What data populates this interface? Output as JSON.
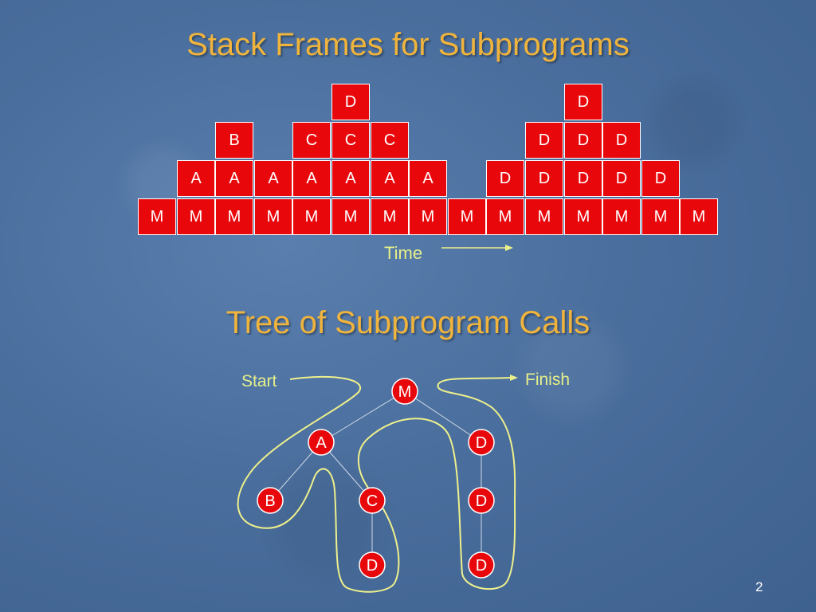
{
  "slide": {
    "title": "Stack Frames for Subprograms",
    "subtitle": "Tree of Subprogram Calls",
    "page_number": "2"
  },
  "stack": {
    "time_label": "Time",
    "columns": [
      [
        "M"
      ],
      [
        "M",
        "A"
      ],
      [
        "M",
        "A",
        "B"
      ],
      [
        "M",
        "A"
      ],
      [
        "M",
        "A",
        "C"
      ],
      [
        "M",
        "A",
        "C",
        "D"
      ],
      [
        "M",
        "A",
        "C"
      ],
      [
        "M",
        "A"
      ],
      [
        "M"
      ],
      [
        "M",
        "D"
      ],
      [
        "M",
        "D",
        "D"
      ],
      [
        "M",
        "D",
        "D",
        "D"
      ],
      [
        "M",
        "D",
        "D"
      ],
      [
        "M",
        "D"
      ],
      [
        "M"
      ]
    ]
  },
  "tree": {
    "start_label": "Start",
    "finish_label": "Finish",
    "nodes": [
      {
        "id": "m",
        "label": "M"
      },
      {
        "id": "a",
        "label": "A"
      },
      {
        "id": "b",
        "label": "B"
      },
      {
        "id": "c",
        "label": "C"
      },
      {
        "id": "cd",
        "label": "D"
      },
      {
        "id": "d1",
        "label": "D"
      },
      {
        "id": "d2",
        "label": "D"
      },
      {
        "id": "d3",
        "label": "D"
      }
    ]
  },
  "colors": {
    "title": "#f0b43c",
    "cell_fill": "#e8080c",
    "annotation": "#e6f08a",
    "path": "#eef08c"
  }
}
